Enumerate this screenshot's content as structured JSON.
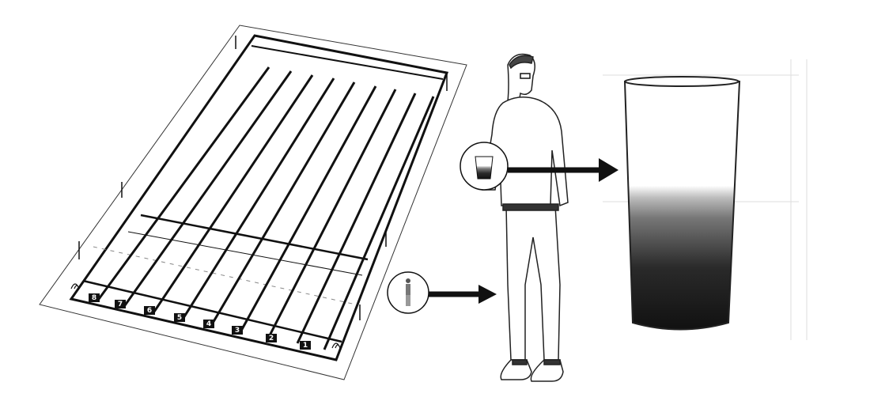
{
  "pool": {
    "lane_numbers": [
      "8",
      "7",
      "6",
      "5",
      "4",
      "3",
      "2",
      "1"
    ]
  },
  "colors": {
    "ink": "#111111",
    "glass_dark": "#1a1a1a",
    "paper": "#ffffff"
  }
}
